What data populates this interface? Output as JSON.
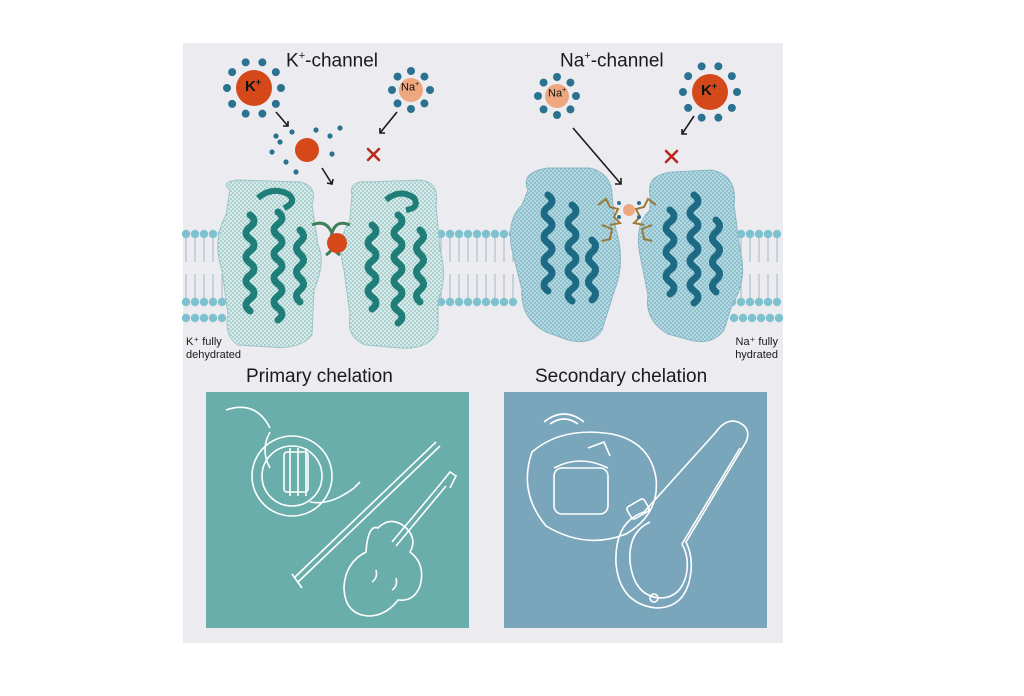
{
  "k_channel": {
    "title_main": "K",
    "title_sup": "+",
    "title_rest": "-channel",
    "note_line1": "K⁺ fully",
    "note_line2": "dehydrated",
    "ion_k_label": "K",
    "ion_k_sup": "+",
    "ion_na_label": "Na",
    "ion_na_sup": "+"
  },
  "na_channel": {
    "title_main": "Na",
    "title_sup": "+",
    "title_rest": "-channel",
    "note_line1": "Na⁺ fully",
    "note_line2": "hydrated",
    "ion_k_label": "K",
    "ion_k_sup": "+",
    "ion_na_label": "Na",
    "ion_na_sup": "+"
  },
  "sections": {
    "primary": "Primary chelation",
    "secondary": "Secondary chelation"
  },
  "colors": {
    "panel_bg": "#ececf0",
    "k_ion": "#d4481a",
    "na_ion": "#eea77f",
    "water": "#2a7290",
    "k_protein_body": "#cfe6e5",
    "k_helix": "#1f7f78",
    "na_protein_body": "#a7d2dd",
    "na_helix": "#1d6a84",
    "membrane_head": "#7fc2cf",
    "primary_box": "#6aaeab",
    "secondary_box": "#7aa6bb",
    "reject_mark": "#b52a1d"
  },
  "icons": [
    "french-horn-icon",
    "violin-icon",
    "violin-bow-icon",
    "instrument-bag-icon",
    "violin-case-icon",
    "reject-x-icon",
    "arrow-icon"
  ]
}
